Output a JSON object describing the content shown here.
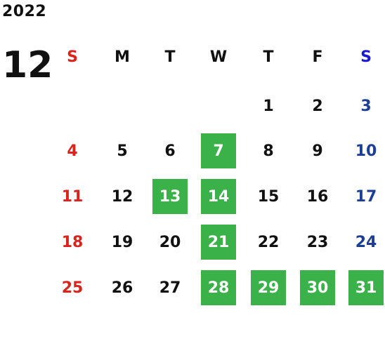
{
  "header": {
    "year": "2022",
    "month": "12"
  },
  "weekdays": [
    "S",
    "M",
    "T",
    "W",
    "T",
    "F",
    "S"
  ],
  "weeks": [
    [
      "",
      "",
      "",
      "",
      "1",
      "2",
      "3"
    ],
    [
      "4",
      "5",
      "6",
      "7",
      "8",
      "9",
      "10"
    ],
    [
      "11",
      "12",
      "13",
      "14",
      "15",
      "16",
      "17"
    ],
    [
      "18",
      "19",
      "20",
      "21",
      "22",
      "23",
      "24"
    ],
    [
      "25",
      "26",
      "27",
      "28",
      "29",
      "30",
      "31"
    ]
  ],
  "highlighted_days": [
    "7",
    "13",
    "14",
    "21",
    "28",
    "29",
    "30",
    "31"
  ],
  "colors": {
    "sunday": "#d9231d",
    "saturday": "#1c3f94",
    "saturday_header": "#1a1ad0",
    "highlight": "#3bb14a",
    "text": "#111111"
  }
}
